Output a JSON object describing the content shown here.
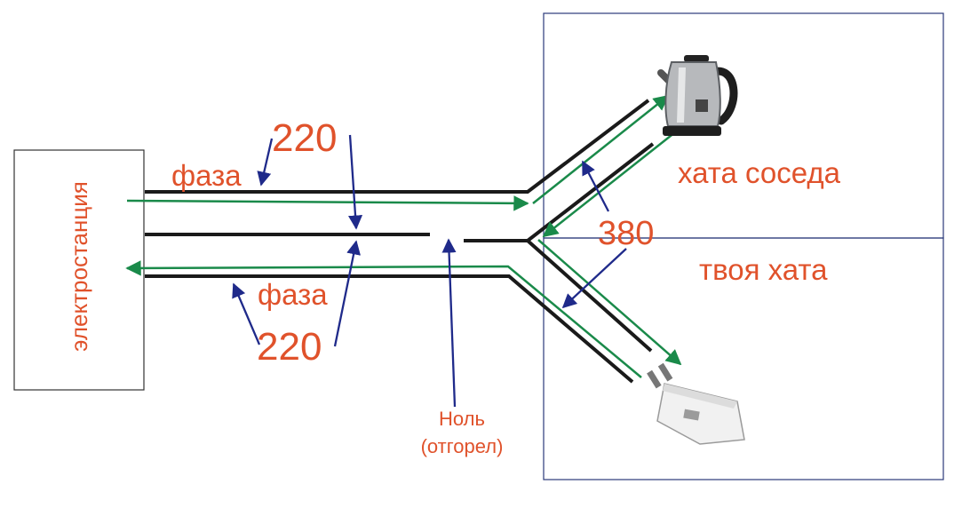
{
  "colors": {
    "label": "#e0522b",
    "current_arrow": "#1a8a4a",
    "voltage_arrow": "#1f2a8a",
    "wire": "#1a1a1a",
    "box_border": "#333333",
    "house_border": "#2b3a7a"
  },
  "labels": {
    "power_station": "электростанция",
    "phase_top": "фаза",
    "phase_bottom": "фаза",
    "voltage_top": "220",
    "voltage_bottom": "220",
    "voltage_between": "380",
    "neighbor_house": "хата соседа",
    "your_house": "твоя хата",
    "neutral_line1": "Ноль",
    "neutral_line2": "(отгорел)"
  },
  "icons": {
    "kettle": "kettle-icon",
    "charger": "usb-charger-icon"
  }
}
